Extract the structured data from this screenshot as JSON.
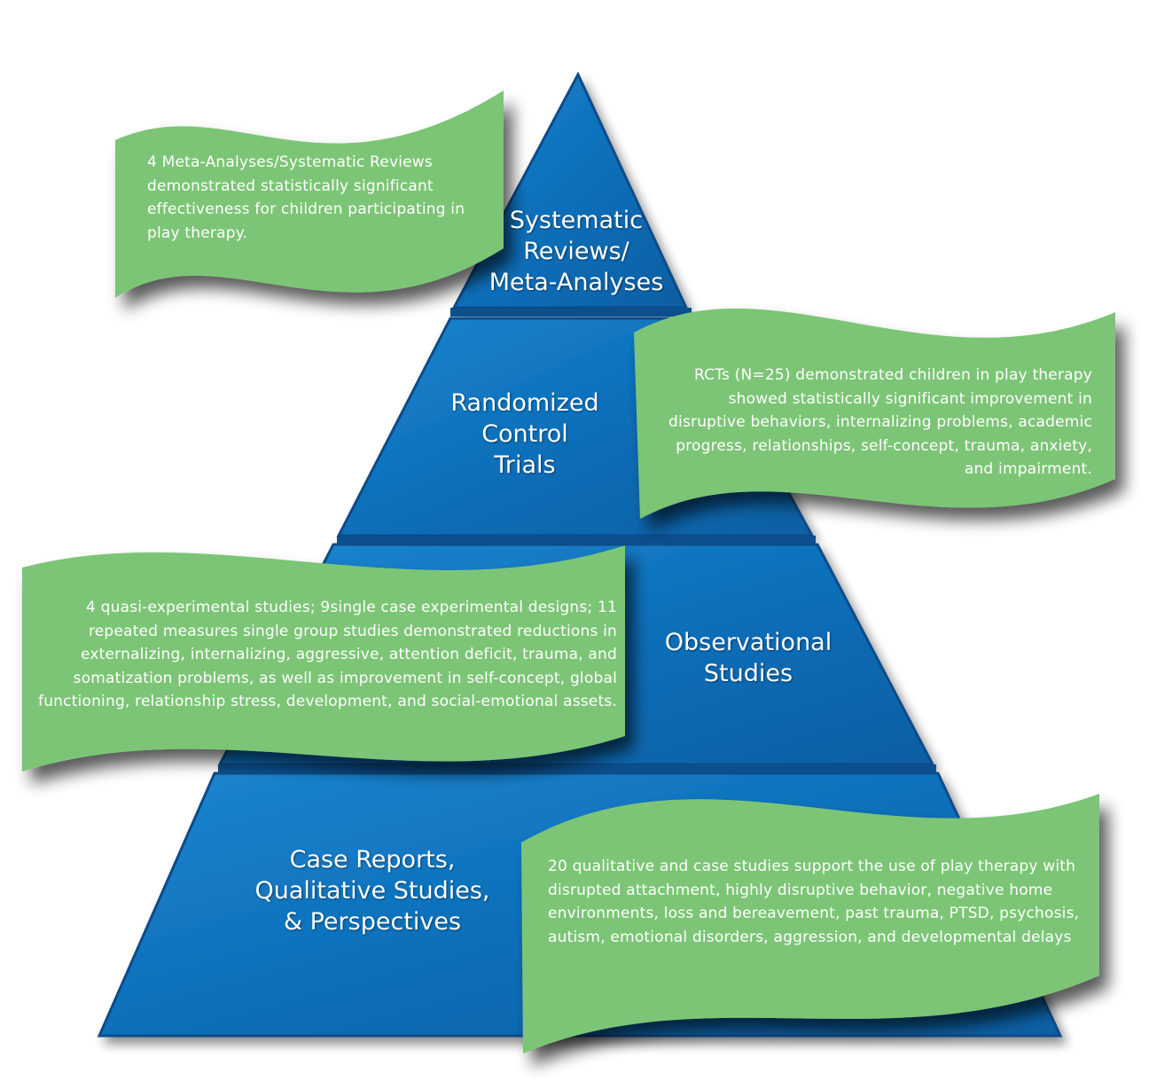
{
  "colors": {
    "pyramid_fill": "#0c6fba",
    "pyramid_edge": "#084c88",
    "band": "#0b4f8d",
    "banner_fill": "#7cc576",
    "text": "#ffffff"
  },
  "tiers": [
    {
      "label": "Systematic\nReviews/\nMeta-Analyses"
    },
    {
      "label": "Randomized\nControl\nTrials"
    },
    {
      "label": "Observational\nStudies"
    },
    {
      "label": "Case Reports,\nQualitative Studies,\n& Perspectives"
    }
  ],
  "banners": [
    {
      "text": "4 Meta-Analyses/Systematic Reviews demonstrated statistically significant effectiveness for children participating in play therapy."
    },
    {
      "text": "RCTs (N=25) demonstrated children in play therapy showed statistically significant improvement in disruptive behaviors, internalizing problems, academic progress, relationships, self-concept, trauma, anxiety, and impairment."
    },
    {
      "text": "4 quasi-experimental studies; 9single case experimental designs; 11 repeated measures single group studies demonstrated reductions in externalizing, internalizing, aggressive, attention deficit, trauma, and somatization problems, as well as improvement in self-concept, global functioning, relationship stress, development, and social-emotional assets."
    },
    {
      "text": "20 qualitative and case studies support the use of play therapy with disrupted attachment, highly disruptive behavior, negative home environments, loss and bereavement, past trauma, PTSD, psychosis, autism, emotional disorders, aggression, and developmental delays"
    }
  ]
}
